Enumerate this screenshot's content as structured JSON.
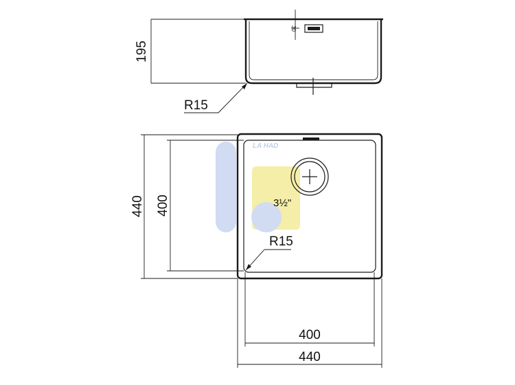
{
  "side_view": {
    "height_label": "195",
    "drain_offset_label": "30",
    "radius_label": "R15"
  },
  "top_view": {
    "outer_height_label": "440",
    "inner_height_label": "400",
    "drain_size_label": "3½\"",
    "corner_radius_label": "R15",
    "inner_width_label": "400",
    "outer_width_label": "440"
  },
  "watermark": {
    "text": "LA HAD",
    "colors": {
      "blue": "#c9d6f2",
      "yellow": "#f3ec9a"
    }
  },
  "colors": {
    "line": "#1a1a1a"
  }
}
